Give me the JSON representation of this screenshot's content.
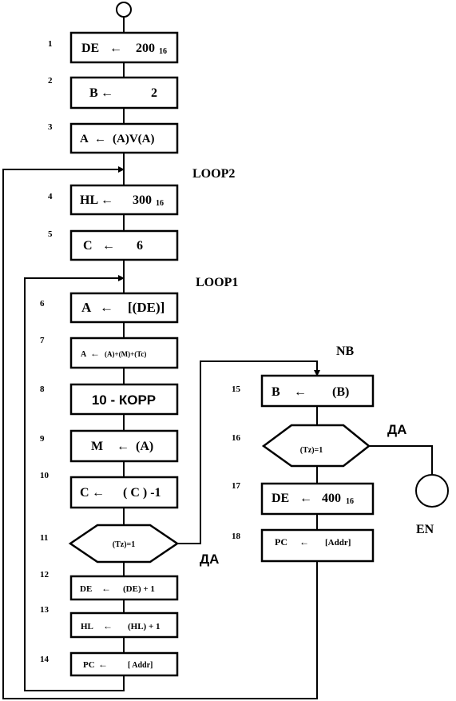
{
  "steps": {
    "s1": {
      "num": "1",
      "left": "DE",
      "right": "200",
      "sub": "16"
    },
    "s2": {
      "num": "2",
      "left": "B",
      "right": "2"
    },
    "s3": {
      "num": "3",
      "left": "A",
      "right": "(A)V(A)"
    },
    "s4": {
      "num": "4",
      "left": "HL",
      "right": "300",
      "sub": "16"
    },
    "s5": {
      "num": "5",
      "left": "C",
      "right": "6"
    },
    "s6": {
      "num": "6",
      "left": "A",
      "right": "[(DE)]"
    },
    "s7": {
      "num": "7",
      "left": "A",
      "right": "(A)+(M)+(Tc)"
    },
    "s8": {
      "num": "8",
      "text": "10 - КОРР"
    },
    "s9": {
      "num": "9",
      "left": "M",
      "right": "(A)"
    },
    "s10": {
      "num": "10",
      "left": "C",
      "right": "( C ) -1"
    },
    "s11": {
      "num": "11",
      "cond": "(Tz)=1"
    },
    "s12": {
      "num": "12",
      "left": "DE",
      "right": "(DE) + 1"
    },
    "s13": {
      "num": "13",
      "left": "HL",
      "right": "(HL) + 1"
    },
    "s14": {
      "num": "14",
      "left": "PC",
      "right": "[ Addr]"
    },
    "s15": {
      "num": "15",
      "left": "B",
      "right": "(B)"
    },
    "s16": {
      "num": "16",
      "cond": "(Tz)=1"
    },
    "s17": {
      "num": "17",
      "left": "DE",
      "right": "400",
      "sub": "16"
    },
    "s18": {
      "num": "18",
      "left": "PC",
      "right": "[Addr]"
    }
  },
  "labels": {
    "loop2": "LOOP2",
    "loop1": "LOOP1",
    "nb": "NB",
    "yes1": "ДА",
    "yes2": "ДА",
    "end": "EN"
  },
  "arrow_glyph": "←"
}
